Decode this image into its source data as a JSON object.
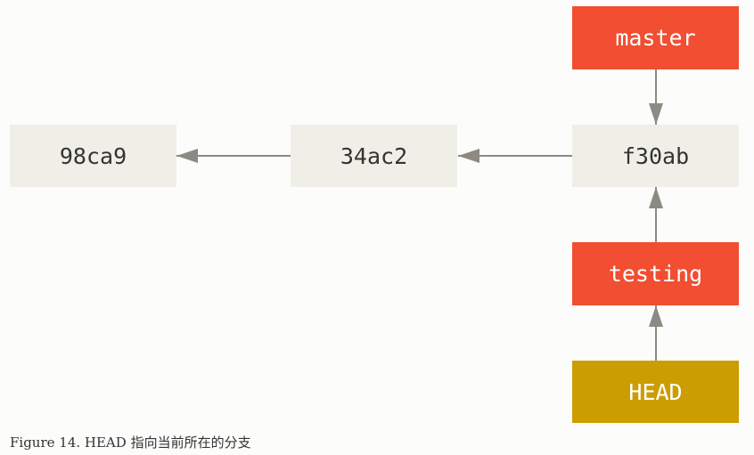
{
  "diagram": {
    "commits": [
      {
        "id": "c1",
        "label": "98ca9"
      },
      {
        "id": "c2",
        "label": "34ac2"
      },
      {
        "id": "c3",
        "label": "f30ab"
      }
    ],
    "branches": {
      "master": "master",
      "testing": "testing"
    },
    "head": "HEAD",
    "colors": {
      "commit_fill": "#f0efe7",
      "branch_fill": "#f14e32",
      "head_fill": "#cc9d00",
      "arrow": "#8c8a82",
      "text_dark": "#333333",
      "text_light": "#ffffff"
    }
  },
  "caption": "Figure 14. HEAD 指向当前所在的分支"
}
